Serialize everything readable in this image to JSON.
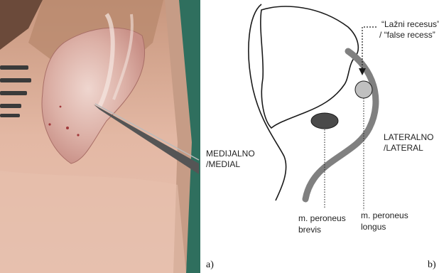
{
  "panel_a": {
    "caption": "a)",
    "photo_description_icon": "surgical-photo"
  },
  "panel_b": {
    "caption": "b)",
    "labels": {
      "false_recess_line1": "“Lažni recesus”",
      "false_recess_line2": "/ “false recess”",
      "medial_line1": "MEDIJALNO",
      "medial_line2": "/MEDIAL",
      "lateral_line1": "LATERALNO",
      "lateral_line2": "/LATERAL",
      "brevis_line1": "m. peroneus",
      "brevis_line2": "brevis",
      "longus_line1": "m. peroneus",
      "longus_line2": "longus"
    },
    "colors": {
      "outline": "#1a1a1a",
      "tendon_curve": "#808080",
      "brevis_fill": "#4a4a4a",
      "longus_fill": "#c0c0c0"
    }
  }
}
